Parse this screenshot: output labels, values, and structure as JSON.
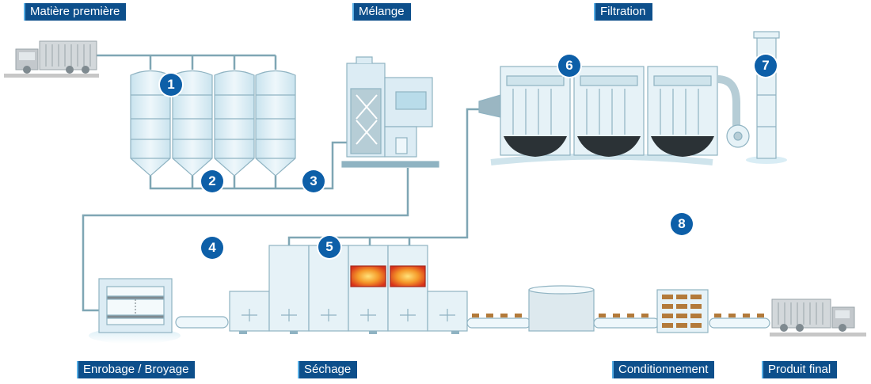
{
  "stage_labels": {
    "raw_material": "Matière première",
    "mixing": "Mélange",
    "filtration": "Filtration",
    "coating_grinding": "Enrobage / Broyage",
    "drying": "Séchage",
    "packaging": "Conditionnement",
    "final_product": "Produit final"
  },
  "step_numbers": [
    "1",
    "2",
    "3",
    "4",
    "5",
    "6",
    "7",
    "8"
  ],
  "colors": {
    "label_bg": "#0d4f8b",
    "badge_bg": "#0d5fa8",
    "pipe": "#7fa6b4",
    "equipment_fill": "#d8ebf3",
    "equipment_stroke": "#8fb3c2",
    "heater": "#e8521c"
  }
}
